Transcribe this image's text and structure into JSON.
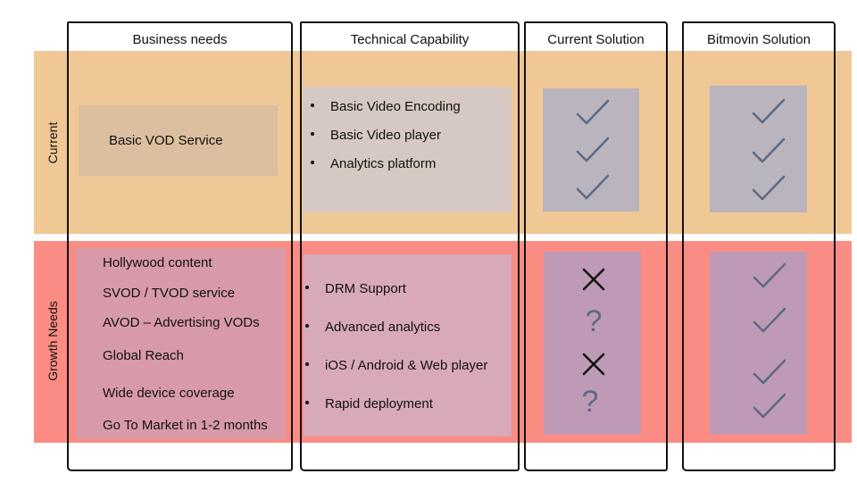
{
  "headers": {
    "business_needs": "Business needs",
    "technical_capability": "Technical Capability",
    "current_solution": "Current Solution",
    "bitmovin_solution": "Bitmovin Solution"
  },
  "rows": {
    "current": {
      "label": "Current"
    },
    "growth": {
      "label": "Growth Needs"
    }
  },
  "current_row": {
    "business_need": "Basic VOD Service",
    "capabilities": [
      "Basic Video Encoding",
      "Basic Video player",
      "Analytics platform"
    ],
    "current_solution_marks": [
      "check",
      "check",
      "check"
    ],
    "bitmovin_solution_marks": [
      "check",
      "check",
      "check"
    ]
  },
  "growth_row": {
    "business_needs": [
      "Hollywood content",
      "SVOD / TVOD service",
      "AVOD – Advertising VODs",
      "Global Reach",
      "Wide device coverage",
      "Go To Market in 1-2 months"
    ],
    "capabilities": [
      "DRM Support",
      "Advanced analytics",
      "iOS / Android & Web player",
      "Rapid deployment"
    ],
    "current_solution_marks": [
      "cross",
      "question",
      "cross",
      "question"
    ],
    "bitmovin_solution_marks": [
      "check",
      "check",
      "check",
      "check"
    ],
    "question_glyph": "?"
  },
  "colors": {
    "current_band": "#f0c896",
    "growth_band": "#fb8c84",
    "check": "#5d6a82",
    "question": "#5d6a82",
    "cross": "#111111"
  }
}
